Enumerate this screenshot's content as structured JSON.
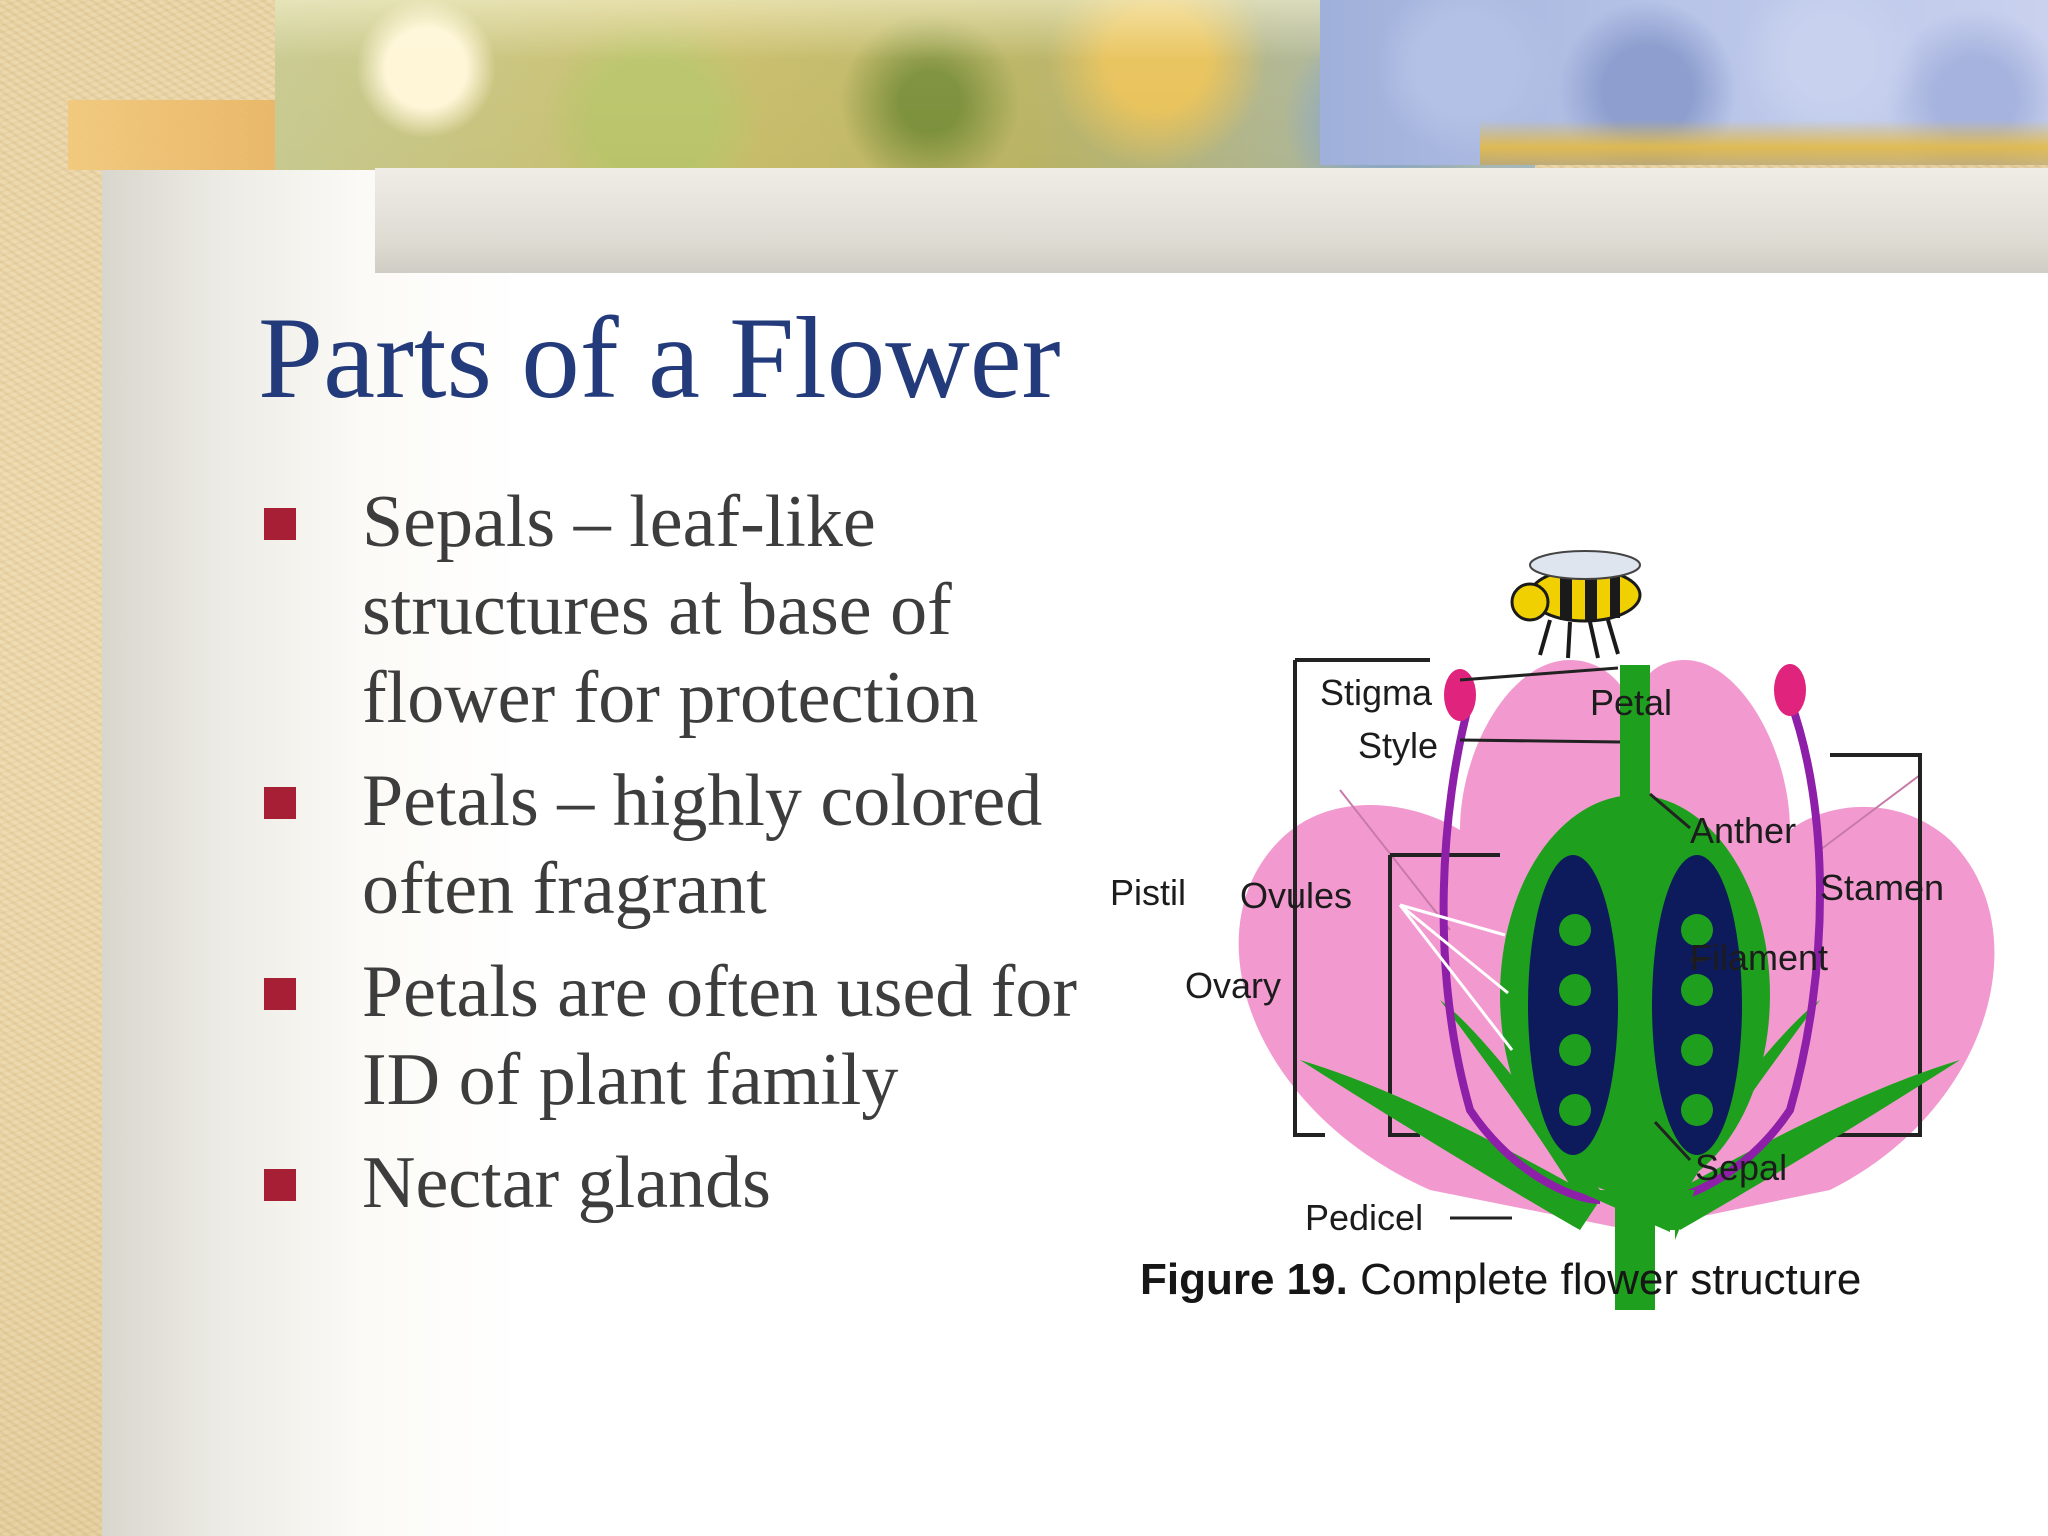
{
  "slide": {
    "title": "Parts of a Flower",
    "bullets": [
      {
        "text": "Sepals – leaf-like structures at base of flower for protection"
      },
      {
        "text": "Petals – highly colored often fragrant"
      },
      {
        "text": "Petals are often used for ID of plant family"
      },
      {
        "text": "Nectar glands"
      }
    ]
  },
  "figure": {
    "labels": {
      "stigma": "Stigma",
      "style": "Style",
      "petal": "Petal",
      "anther": "Anther",
      "stamen": "Stamen",
      "pistil": "Pistil",
      "ovules": "Ovules",
      "filament": "Filament",
      "ovary": "Ovary",
      "sepal": "Sepal",
      "pedicel": "Pedicel"
    },
    "caption_bold": "Figure 19.",
    "caption_text": " Complete flower structure"
  },
  "colors": {
    "title": "#233b7b",
    "bullet_marker": "#a71f35",
    "body_text": "#3d3d3d",
    "petal_pink": "#f29ad0",
    "stem_green": "#1ea01e",
    "ovary_navy": "#0d1a5c",
    "filament_purple": "#8e1fa8",
    "anther_magenta": "#e0247e"
  }
}
